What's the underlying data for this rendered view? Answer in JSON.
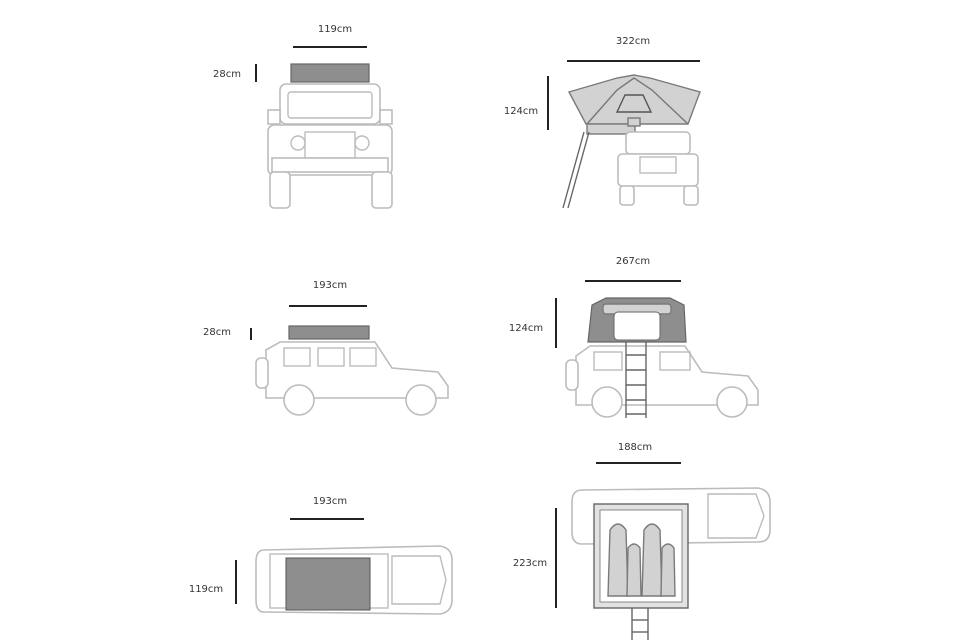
{
  "views": [
    {
      "name": "front-closed",
      "width_label": "119cm",
      "height_label": "28cm"
    },
    {
      "name": "front-open",
      "width_label": "322cm",
      "height_label": "124cm"
    },
    {
      "name": "side-closed",
      "width_label": "193cm",
      "height_label": "28cm"
    },
    {
      "name": "side-open",
      "width_label": "267cm",
      "height_label": "124cm"
    },
    {
      "name": "top-closed",
      "width_label": "193cm",
      "height_label": "119cm"
    },
    {
      "name": "top-open",
      "width_label": "188cm",
      "height_label": "223cm"
    }
  ],
  "colors": {
    "dimension": "#222222",
    "vehicle": "#bcbcbc",
    "tent": "#8e8e8e"
  }
}
